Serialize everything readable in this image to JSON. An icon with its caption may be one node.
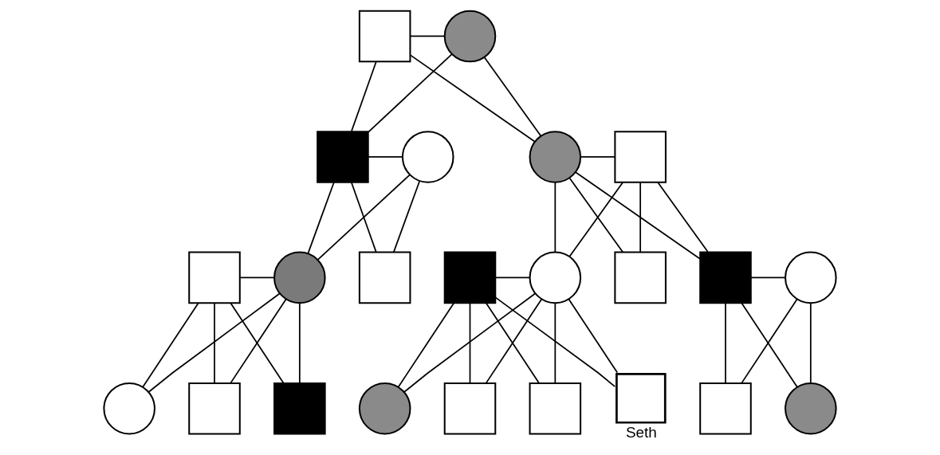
{
  "diagram": {
    "nodes": [
      {
        "text": [],
        "shape": "box"
      },
      {
        "text": [],
        "shape": "circle"
      },
      {
        "text": [],
        "shape": "box"
      },
      {
        "text": [],
        "shape": "circle"
      },
      {
        "text": [],
        "shape": "circle"
      },
      {
        "text": [],
        "shape": "box"
      },
      {
        "text": [],
        "shape": "box"
      },
      {
        "text": [],
        "shape": "circle"
      },
      {
        "text": [],
        "shape": "box"
      },
      {
        "text": [],
        "shape": "box"
      },
      {
        "text": [],
        "shape": "circle"
      },
      {
        "text": [],
        "shape": "box"
      },
      {
        "text": [],
        "shape": "box"
      },
      {
        "text": [],
        "shape": "circle"
      },
      {
        "text": [],
        "shape": "circle"
      },
      {
        "text": [],
        "shape": "box"
      },
      {
        "text": [],
        "shape": "box"
      },
      {
        "text": [],
        "shape": "box",
        "beside": [
          "Seth"
        ]
      },
      {
        "text": [],
        "shape": "circle"
      },
      {
        "text": [],
        "shape": "box"
      },
      {
        "text": [],
        "shape": "box"
      },
      {
        "text": [],
        "shape": "circle"
      },
      {
        "text": [],
        "shape": "box"
      }
    ],
    "edges": [
      {
        "from": 0,
        "to": 1,
        "arrow": "none"
      },
      {
        "from": 0,
        "to": 2,
        "arrow": "none"
      },
      {
        "from": 1,
        "to": 2,
        "arrow": "none"
      },
      {
        "from": 0,
        "to": 4,
        "arrow": "none"
      },
      {
        "from": 1,
        "to": 4,
        "arrow": "none"
      },
      {
        "from": 2,
        "to": 3,
        "arrow": "none"
      },
      {
        "from": 2,
        "to": 7,
        "arrow": "none"
      },
      {
        "from": 3,
        "to": 7,
        "arrow": "none"
      },
      {
        "from": 2,
        "to": 8,
        "arrow": "none"
      },
      {
        "from": 3,
        "to": 8,
        "arrow": "none"
      },
      {
        "from": 4,
        "to": 5,
        "arrow": "none"
      },
      {
        "from": 4,
        "to": 10,
        "arrow": "none"
      },
      {
        "from": 5,
        "to": 10,
        "arrow": "none"
      },
      {
        "from": 4,
        "to": 11,
        "arrow": "none"
      },
      {
        "from": 5,
        "to": 11,
        "arrow": "none"
      },
      {
        "from": 4,
        "to": 12,
        "arrow": "none"
      },
      {
        "from": 5,
        "to": 12,
        "arrow": "none"
      },
      {
        "from": 6,
        "to": 7,
        "arrow": "none"
      },
      {
        "from": 6,
        "to": 14,
        "arrow": "none"
      },
      {
        "from": 7,
        "to": 14,
        "arrow": "none"
      },
      {
        "from": 6,
        "to": 15,
        "arrow": "none"
      },
      {
        "from": 7,
        "to": 15,
        "arrow": "none"
      },
      {
        "from": 6,
        "to": 16,
        "arrow": "none"
      },
      {
        "from": 7,
        "to": 16,
        "arrow": "none"
      },
      {
        "from": 9,
        "to": 10,
        "arrow": "none"
      },
      {
        "from": 9,
        "to": 17,
        "arrow": "none"
      },
      {
        "from": 10,
        "to": 17,
        "arrow": "none"
      },
      {
        "from": 9,
        "to": 18,
        "arrow": "none"
      },
      {
        "from": 10,
        "to": 18,
        "arrow": "none"
      },
      {
        "from": 9,
        "to": 19,
        "arrow": "none"
      },
      {
        "from": 10,
        "to": 19,
        "arrow": "none"
      },
      {
        "from": 9,
        "to": 20,
        "arrow": "none"
      },
      {
        "from": 10,
        "to": 20,
        "arrow": "none"
      },
      {
        "from": 12,
        "to": 13,
        "arrow": "none"
      },
      {
        "from": 12,
        "to": 21,
        "arrow": "none"
      },
      {
        "from": 13,
        "to": 21,
        "arrow": "none"
      },
      {
        "from": 12,
        "to": 22,
        "arrow": "none"
      },
      {
        "from": 13,
        "to": 22,
        "arrow": "none"
      }
    ]
  }
}
